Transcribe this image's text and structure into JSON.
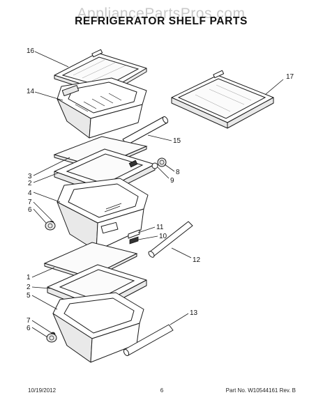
{
  "watermark": "AppliancePartsPros.com",
  "title": "REFRIGERATOR SHELF PARTS",
  "callouts": {
    "c16": "16",
    "c14": "14",
    "c17": "17",
    "c15": "15",
    "c3": "3",
    "c2a": "2",
    "c8": "8",
    "c9": "9",
    "c4": "4",
    "c7a": "7",
    "c6a": "6",
    "c11": "11",
    "c10": "10",
    "c12": "12",
    "c1": "1",
    "c2b": "2",
    "c5": "5",
    "c13": "13",
    "c7b": "7",
    "c6b": "6"
  },
  "footer": {
    "date": "10/19/2012",
    "page": "6",
    "part_no": "Part No. W10544161  Rev. B"
  }
}
